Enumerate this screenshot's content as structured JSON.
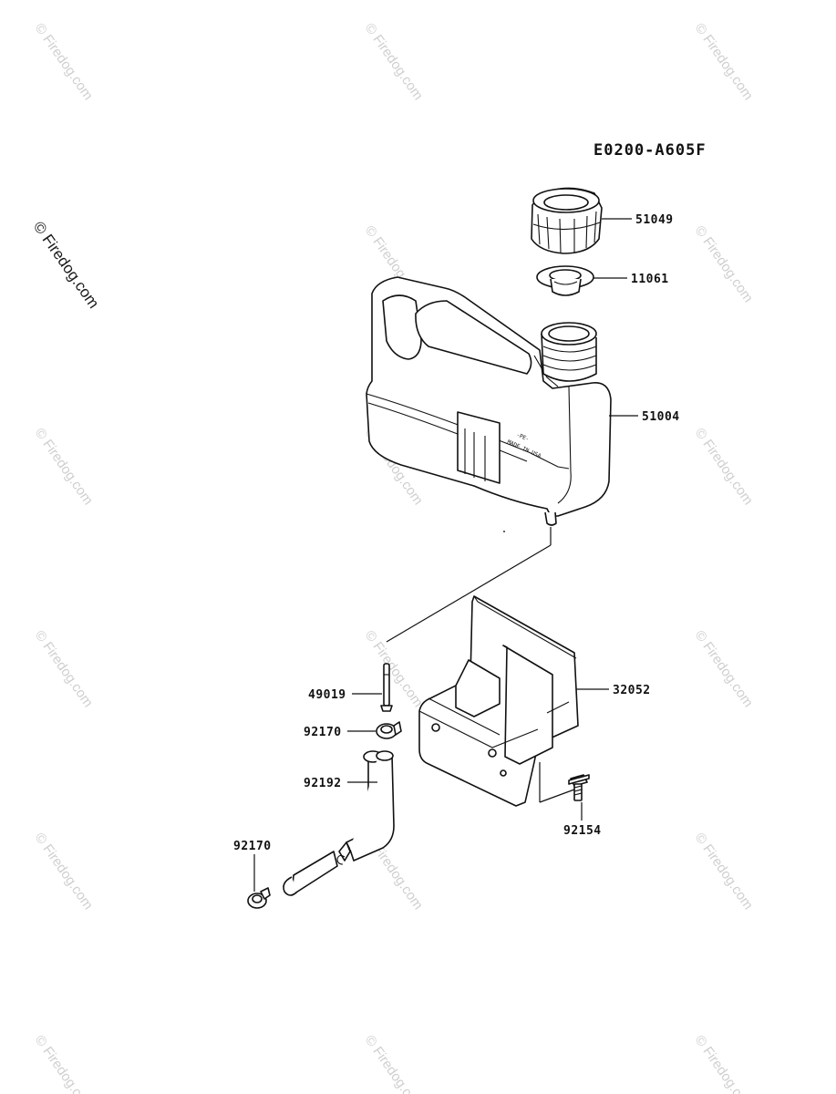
{
  "diagram": {
    "code": "E0200-A605F",
    "watermark": "© Firedog.com",
    "callouts": {
      "cap": "51049",
      "gasket": "11061",
      "tank": "51004",
      "bracket": "32052",
      "pipe_fitting": "49019",
      "clamp_upper": "92170",
      "hose": "92192",
      "clamp_lower": "92170",
      "bolt": "92154"
    },
    "tank_embossing": [
      "-PE-",
      "MADE IN USA"
    ]
  }
}
